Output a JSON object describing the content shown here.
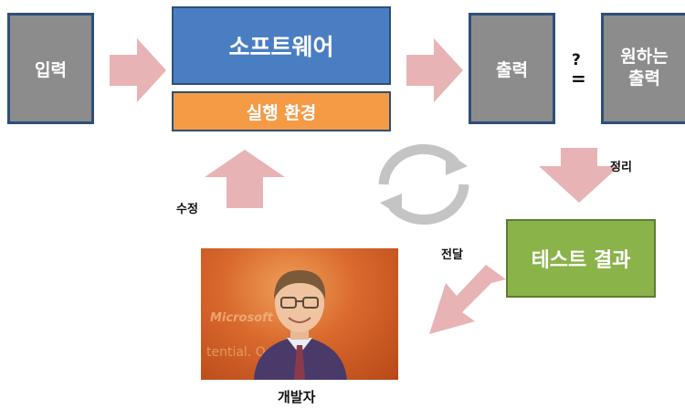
{
  "boxes": {
    "input": "입력",
    "software": "소프트웨어",
    "runtime": "실행 환경",
    "output": "출력",
    "desired_output": "원하는\n출력",
    "test_result": "테스트 결과"
  },
  "compare": {
    "question": "?",
    "equals": "="
  },
  "labels": {
    "organize": "정리",
    "modify": "수정",
    "deliver": "전달",
    "developer": "개발자"
  },
  "photo": {
    "wordmark": "Microsoft",
    "wordmark2": "tential. O"
  },
  "colors": {
    "gray_box": "#8c8c8c",
    "gray_border": "#2e4f78",
    "software_blue": "#4a7ec3",
    "runtime_orange": "#f59a45",
    "test_green": "#8ab34a",
    "arrow_pink": "#e8b3b5",
    "cycle_gray": "#c4c4c4"
  }
}
